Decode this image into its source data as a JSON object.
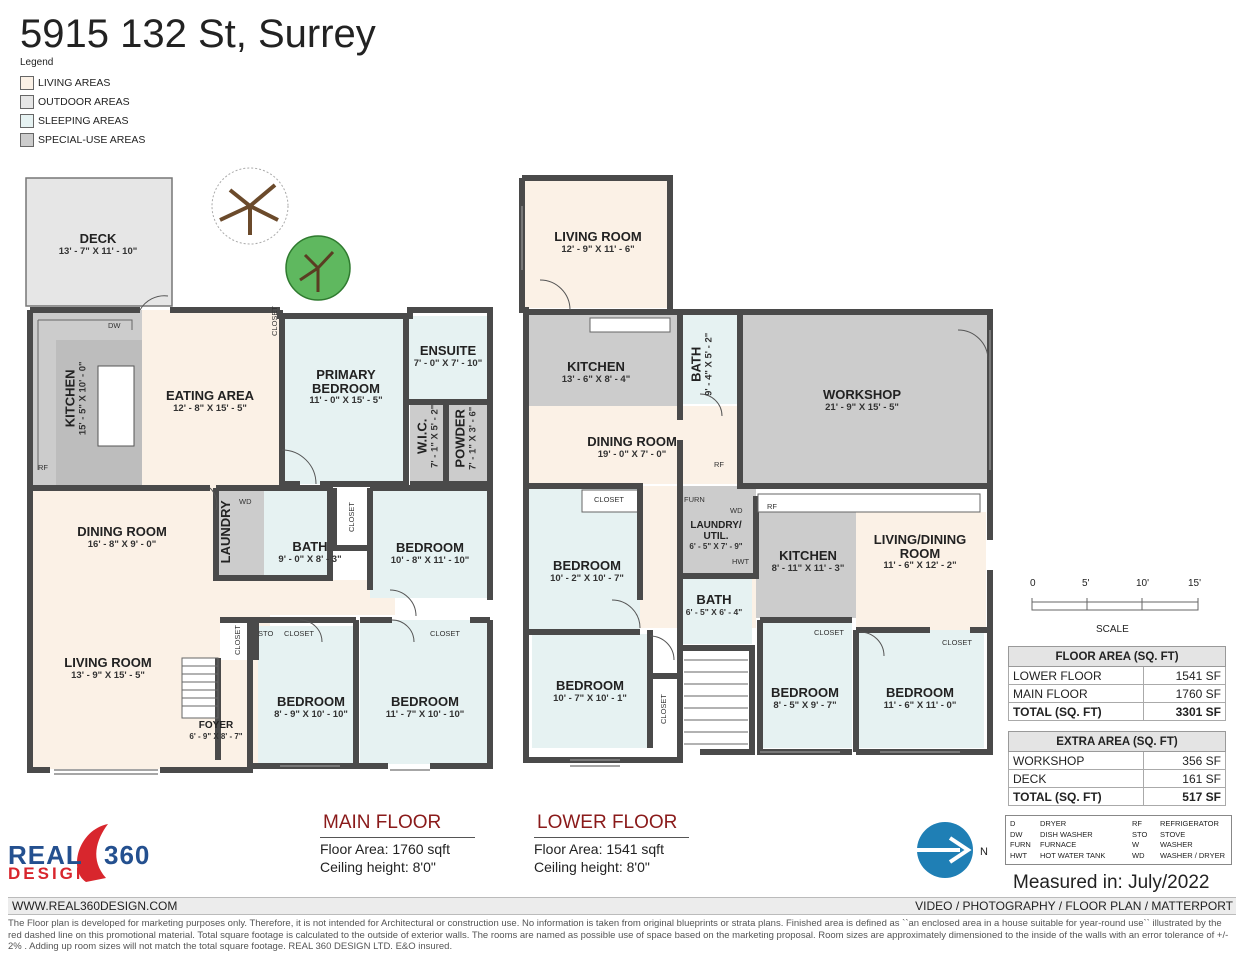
{
  "title": "5915 132 St, Surrey",
  "legend": {
    "title": "Legend",
    "items": [
      {
        "label": "LIVING AREAS",
        "color": "#fbf1e6"
      },
      {
        "label": "OUTDOOR AREAS",
        "color": "#e6e6e6"
      },
      {
        "label": "SLEEPING AREAS",
        "color": "#e6f2f2"
      },
      {
        "label": "SPECIAL-USE AREAS",
        "color": "#cccccc"
      }
    ]
  },
  "main_floor": {
    "rooms": {
      "deck": {
        "name": "DECK",
        "dim": "13' - 7\" X 11' - 10\""
      },
      "kitchen": {
        "name": "KITCHEN",
        "dim": "15' - 5\" X 10' - 0\""
      },
      "eating": {
        "name": "EATING AREA",
        "dim": "12' - 8\" X 15' - 5\""
      },
      "primary": {
        "name": "PRIMARY BEDROOM",
        "dim": "11' - 0\" X 15' - 5\""
      },
      "ensuite": {
        "name": "ENSUITE",
        "dim": "7' - 0\" X 7' - 10\""
      },
      "wic": {
        "name": "W.I.C.",
        "dim": "7' - 1\" X 5' - 2\""
      },
      "powder": {
        "name": "POWDER",
        "dim": "7' - 1\" X 3' - 6\""
      },
      "dining": {
        "name": "DINING ROOM",
        "dim": "16' - 8\" X 9' - 0\""
      },
      "laundry": {
        "name": "LAUNDRY"
      },
      "bath": {
        "name": "BATH",
        "dim": "9' - 0\" X 8' - 3\""
      },
      "bedroom_e": {
        "name": "BEDROOM",
        "dim": "10' - 8\" X 11' - 10\""
      },
      "living": {
        "name": "LIVING ROOM",
        "dim": "13' - 9\" X 15' - 5\""
      },
      "foyer": {
        "name": "FOYER",
        "dim": "6' - 9\" X 8' - 7\""
      },
      "bedroom_sw": {
        "name": "BEDROOM",
        "dim": "8' - 9\" X 10' - 10\""
      },
      "bedroom_se": {
        "name": "BEDROOM",
        "dim": "11' - 7\" X 10' - 10\""
      }
    },
    "labels": {
      "closet": "CLOSET",
      "sto": "STO",
      "dw": "DW",
      "rf": "RF",
      "wd": "WD"
    },
    "caption": {
      "heading": "MAIN FLOOR",
      "area": "Floor Area: 1760 sqft",
      "ceiling": "Ceiling height: 8'0\""
    }
  },
  "lower_floor": {
    "rooms": {
      "living": {
        "name": "LIVING ROOM",
        "dim": "12' - 9\" X 11' - 6\""
      },
      "kitchen": {
        "name": "KITCHEN",
        "dim": "13' - 6\" X 8' - 4\""
      },
      "bath_n": {
        "name": "BATH",
        "dim": "9' - 4\" X 5' - 2\""
      },
      "workshop": {
        "name": "WORKSHOP",
        "dim": "21' - 9\" X 15' - 5\""
      },
      "dining": {
        "name": "DINING ROOM",
        "dim": "19' - 0\" X 7' - 0\""
      },
      "bedroom_w": {
        "name": "BEDROOM",
        "dim": "10' - 2\" X 10' - 7\""
      },
      "laundry": {
        "name": "LAUNDRY/ UTIL.",
        "dim": "6' - 5\" X 7' - 9\""
      },
      "kitchen2": {
        "name": "KITCHEN",
        "dim": "8' - 11\" X 11' - 3\""
      },
      "living_dining": {
        "name": "LIVING/DINING ROOM",
        "dim": "11' - 6\" X 12' - 2\""
      },
      "bath_s": {
        "name": "BATH",
        "dim": "6' - 5\" X 6' - 4\""
      },
      "bedroom_sw": {
        "name": "BEDROOM",
        "dim": "10' - 7\" X 10' - 1\""
      },
      "bedroom_s": {
        "name": "BEDROOM",
        "dim": "8' - 5\" X 9' - 7\""
      },
      "bedroom_se": {
        "name": "BEDROOM",
        "dim": "11' - 6\" X 11' - 0\""
      }
    },
    "labels": {
      "closet": "CLOSET",
      "furn": "FURN",
      "wd": "WD",
      "hwt": "HWT",
      "rf": "RF"
    },
    "caption": {
      "heading": "LOWER FLOOR",
      "area": "Floor Area: 1541 sqft",
      "ceiling": "Ceiling height: 8'0\""
    }
  },
  "scale": {
    "ticks": [
      "0",
      "5'",
      "10'",
      "15'"
    ],
    "label": "SCALE"
  },
  "floor_area_table": {
    "title": "FLOOR AREA (SQ. FT)",
    "rows": [
      {
        "label": "LOWER FLOOR",
        "value": "1541 SF"
      },
      {
        "label": "MAIN FLOOR",
        "value": "1760 SF"
      }
    ],
    "total": {
      "label": "TOTAL (SQ. FT)",
      "value": "3301 SF"
    }
  },
  "extra_area_table": {
    "title": "EXTRA AREA (SQ. FT)",
    "rows": [
      {
        "label": "WORKSHOP",
        "value": "356 SF"
      },
      {
        "label": "DECK",
        "value": "161 SF"
      }
    ],
    "total": {
      "label": "TOTAL (SQ. FT)",
      "value": "517 SF"
    }
  },
  "abbreviations": [
    {
      "code": "D",
      "meaning": "DRYER"
    },
    {
      "code": "DW",
      "meaning": "DISH WASHER"
    },
    {
      "code": "FURN",
      "meaning": "FURNACE"
    },
    {
      "code": "HWT",
      "meaning": "HOT WATER TANK"
    },
    {
      "code": "RF",
      "meaning": "REFRIGERATOR"
    },
    {
      "code": "STO",
      "meaning": "STOVE"
    },
    {
      "code": "W",
      "meaning": "WASHER"
    },
    {
      "code": "WD",
      "meaning": "WASHER / DRYER"
    }
  ],
  "compass": {
    "label": "N"
  },
  "measured": "Measured in: July/2022",
  "logo": {
    "line1": "REAL",
    "num": "360",
    "line2": "DESIGN"
  },
  "footer": {
    "website": "WWW.REAL360DESIGN.COM",
    "services": "VIDEO / PHOTOGRAPHY / FLOOR PLAN / MATTERPORT",
    "disclaimer": "The Floor plan is developed for marketing purposes only. Therefore, it is not intended for Architectural or construction use. No information is taken from original blueprints or strata plans. Finished area is defined as ``an enclosed area in a house suitable for year-round use`` illustrated by the red dashed line on this promotional material. Total square footage is calculated to the outside of exterior walls. The rooms are named as possible use of space based on the marketing proposal. Room sizes are approximately dimensioned to the inside of the walls with an error tolerance of +/- 2% . Adding up room sizes will not match the total square footage. REAL 360 DESIGN LTD.  E&O insured."
  }
}
